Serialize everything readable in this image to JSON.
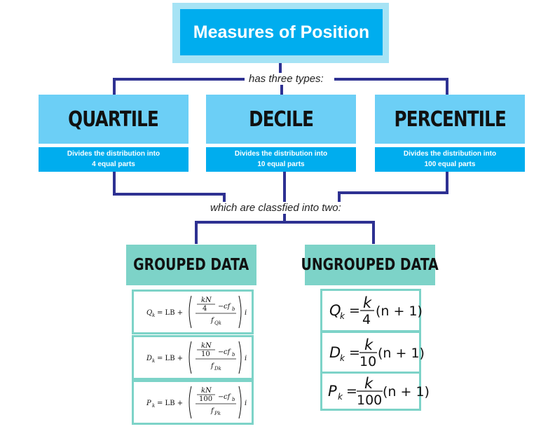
{
  "title": "Measures of Position",
  "caption_top": "has three types:",
  "caption_mid": "which are classfied into two:",
  "types": [
    {
      "name": "QUARTILE",
      "desc_line1": "Divides the distribution into",
      "desc_line2": "4 equal parts"
    },
    {
      "name": "DECILE",
      "desc_line1": "Divides the distribution into",
      "desc_line2": "10 equal parts"
    },
    {
      "name": "PERCENTILE",
      "desc_line1": "Divides the distribution into",
      "desc_line2": "100 equal parts"
    }
  ],
  "grouped": {
    "label": "GROUPED DATA",
    "formulas": [
      {
        "lhs": "Q",
        "lhs_sub": "k",
        "lb": "= LB +",
        "num": "kN",
        "den_n": "4",
        "cf": "cf",
        "cf_sub": "b",
        "f": "f",
        "f_sub": "Qk",
        "i": "i"
      },
      {
        "lhs": "D",
        "lhs_sub": "k",
        "lb": "= LB +",
        "num": "kN",
        "den_n": "10",
        "cf": "cf",
        "cf_sub": "b",
        "f": "f",
        "f_sub": "Dk",
        "i": "i"
      },
      {
        "lhs": "P",
        "lhs_sub": "k",
        "lb": "= LB +",
        "num": "kN",
        "den_n": "100",
        "cf": "cf",
        "cf_sub": "b",
        "f": "f",
        "f_sub": "Pk",
        "i": "i"
      }
    ]
  },
  "ungrouped": {
    "label": "UNGROUPED DATA",
    "formulas": [
      {
        "lhs": "Q",
        "lhs_sub": "k",
        "eq": "=",
        "num": "k",
        "den": "4",
        "tail": "(n + 1)"
      },
      {
        "lhs": "D",
        "lhs_sub": "k",
        "eq": "=",
        "num": "k",
        "den": "10",
        "tail": "(n + 1)"
      },
      {
        "lhs": "P",
        "lhs_sub": "k",
        "eq": "=",
        "num": "k",
        "den": "100",
        "tail": "(n + 1)"
      }
    ]
  },
  "colors": {
    "title_bg": "#00adee",
    "title_border": "#a6e3f5",
    "type_head_bg": "#6ccff6",
    "type_desc_bg": "#00adee",
    "data_head_bg": "#7dd3c8",
    "connector": "#2e3192"
  }
}
